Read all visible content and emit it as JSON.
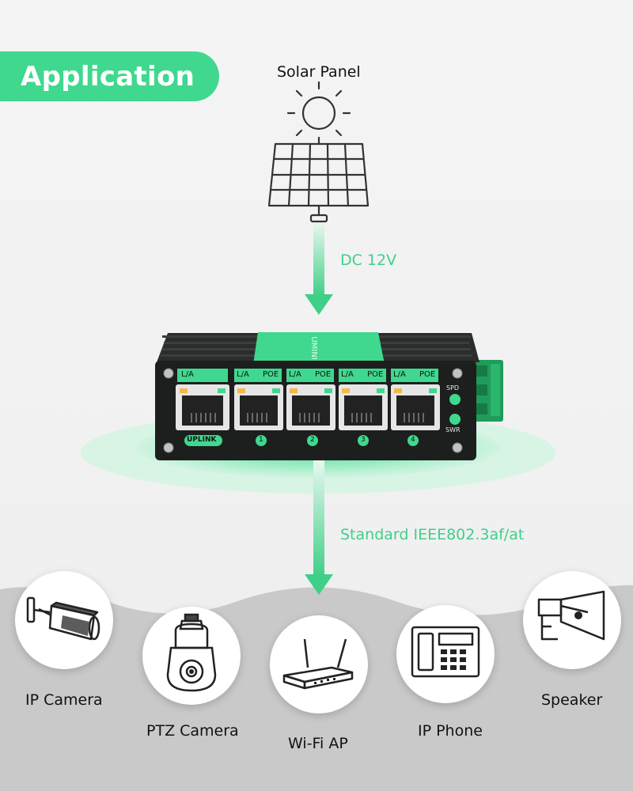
{
  "header": {
    "title": "Application"
  },
  "source": {
    "label": "Solar Panel"
  },
  "input_link": {
    "label": "DC 12V"
  },
  "output_link": {
    "label": "Standard IEEE802.3af/at"
  },
  "switch": {
    "brand": "UMINI",
    "uplink_port_label": "L/A",
    "poe_port_la": "L/A",
    "poe_port_poe": "POE",
    "uplink_caption": "UPLINK",
    "port_numbers": [
      "1",
      "2",
      "3",
      "4"
    ],
    "leds": [
      "SPD",
      "SWR"
    ]
  },
  "devices": [
    {
      "label": "IP Camera"
    },
    {
      "label": "PTZ Camera"
    },
    {
      "label": "Wi-Fi AP"
    },
    {
      "label": "IP Phone"
    },
    {
      "label": "Speaker"
    }
  ],
  "colors": {
    "accent": "#3fd88e",
    "arrow": "#3fcf88",
    "device_body": "#1c1f1e"
  }
}
